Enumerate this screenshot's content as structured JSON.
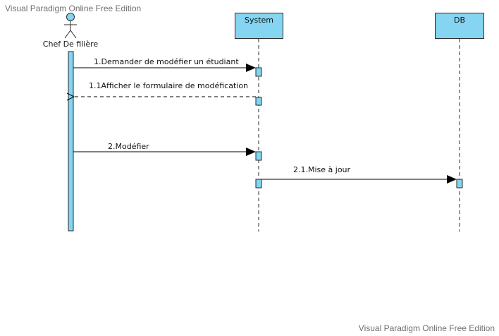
{
  "watermark_top": "Visual Paradigm Online Free Edition",
  "watermark_bottom": "Visual Paradigm Online Free Edition",
  "actor": {
    "label": "Chef De filière"
  },
  "lifelines": [
    {
      "id": "system",
      "label": "System"
    },
    {
      "id": "db",
      "label": "DB"
    }
  ],
  "messages": [
    {
      "label": "1.Demander de modéfier un étudiant",
      "from": "actor",
      "to": "system",
      "kind": "sync"
    },
    {
      "label": "1.1Afficher le formulaire de modéfication",
      "from": "system",
      "to": "actor",
      "kind": "return"
    },
    {
      "label": "2.Modéfier",
      "from": "actor",
      "to": "system",
      "kind": "sync"
    },
    {
      "label": "2.1.Mise à jour",
      "from": "system",
      "to": "db",
      "kind": "sync"
    }
  ],
  "colors": {
    "lifeline_fill": "#84d4f2",
    "activation_fill": "#84d4f2",
    "stroke": "#2a2a2a",
    "watermark": "#707070"
  }
}
